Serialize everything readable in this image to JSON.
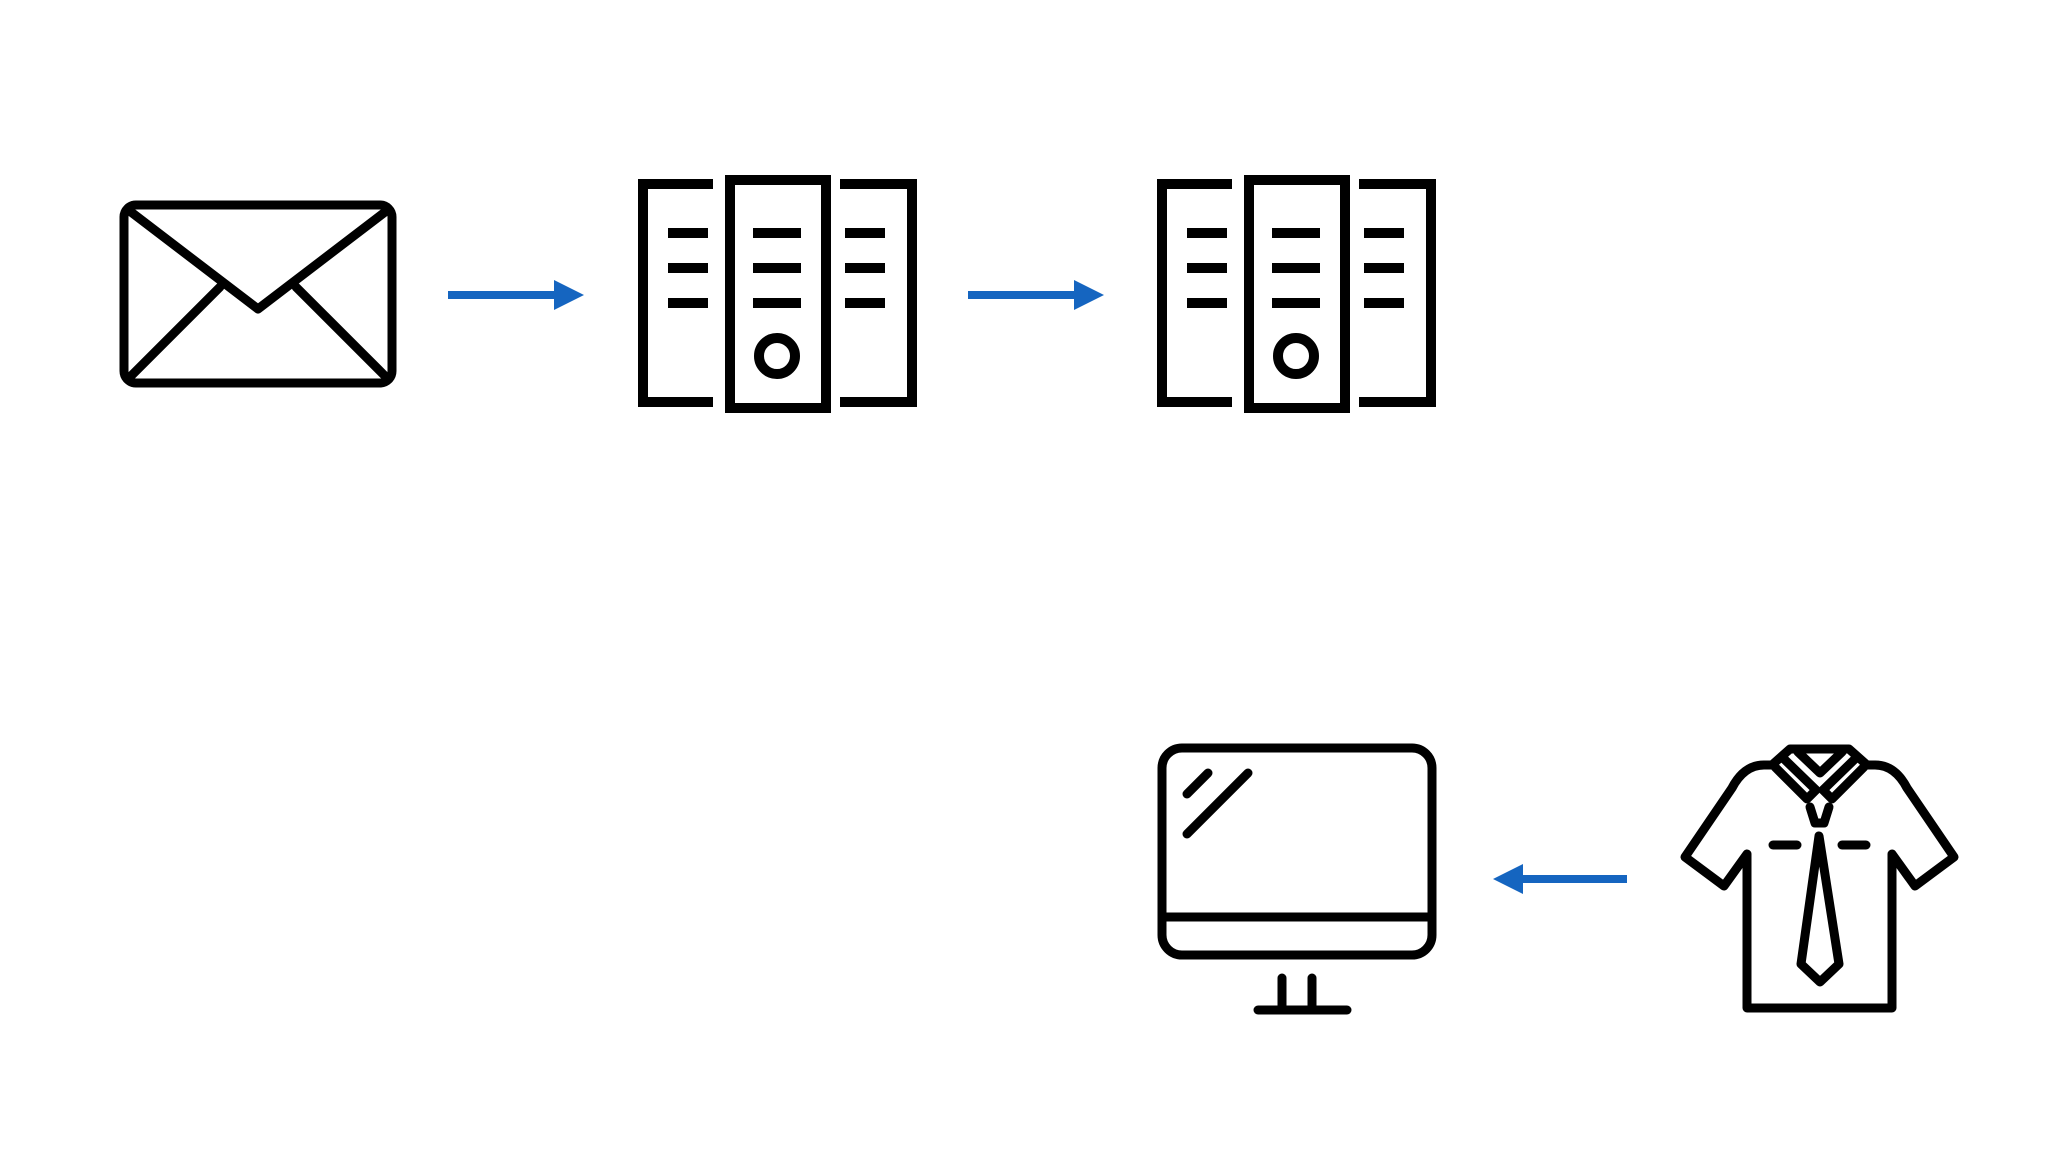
{
  "diagram": {
    "nodes": [
      {
        "id": "email",
        "icon": "envelope-icon"
      },
      {
        "id": "server-1",
        "icon": "server-rack-icon"
      },
      {
        "id": "server-2",
        "icon": "server-rack-icon"
      },
      {
        "id": "monitor",
        "icon": "desktop-monitor-icon"
      },
      {
        "id": "user",
        "icon": "shirt-tie-icon"
      }
    ],
    "edges": [
      {
        "from": "email",
        "to": "server-1"
      },
      {
        "from": "server-1",
        "to": "server-2"
      },
      {
        "from": "user",
        "to": "monitor"
      }
    ]
  },
  "colors": {
    "stroke": "#000000",
    "arrow": "#1565C0",
    "background": "#FFFFFF"
  }
}
